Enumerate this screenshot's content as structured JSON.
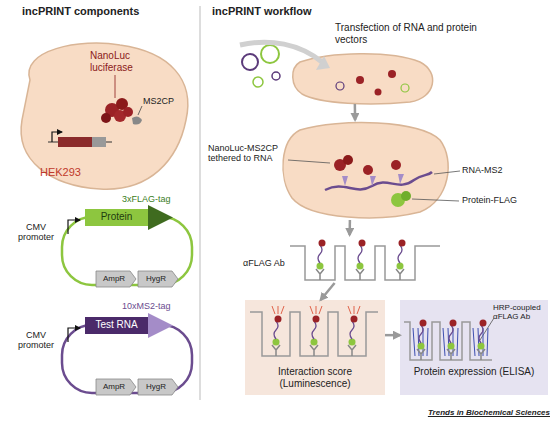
{
  "diagram": {
    "nodes": [
      {
        "text": [
          "NanoLuc luciferase",
          "MS2CP",
          "HEK293"
        ]
      },
      {
        "text": [
          "Protein",
          "3xFLAG-tag",
          "CMV promoter",
          "AmpR",
          "HygR"
        ]
      },
      {
        "text": [
          "Test RNA",
          "10xMS2-tag",
          "CMV promoter",
          "AmpR",
          "HygR"
        ]
      },
      {
        "text": [
          "Transfection of RNA and protein vectors"
        ]
      },
      {
        "text": [
          "NanoLuc-MS2CP tethered to RNA",
          "RNA-MS2",
          "Protein-FLAG"
        ]
      },
      {
        "text": [
          "αFLAG Ab"
        ]
      },
      {
        "text": [
          "Interaction score (Luminescence)"
        ]
      },
      {
        "text": [
          "Protein expression (ELISA)",
          "HRP-coupled αFLAG Ab"
        ]
      }
    ],
    "edges": [
      {
        "from": 3,
        "to": 4,
        "arrow": "to"
      },
      {
        "from": 4,
        "to": 5,
        "arrow": "to"
      },
      {
        "from": 5,
        "to": 6,
        "arrow": "to"
      },
      {
        "from": 6,
        "to": 7,
        "arrow": "to"
      }
    ],
    "labels": [
      "incPRINT components",
      "incPRINT workflow",
      "Trends in Biochemical Sciences"
    ]
  }
}
